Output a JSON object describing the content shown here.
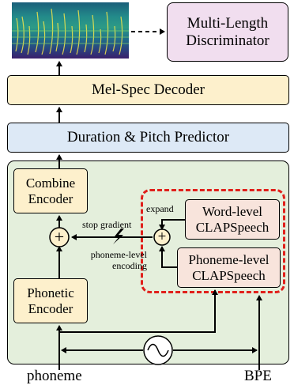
{
  "blocks": {
    "discriminator": "Multi-Length Discriminator",
    "decoder": "Mel-Spec Decoder",
    "predictor": "Duration & Pitch Predictor",
    "combine_encoder": "Combine Encoder",
    "phonetic_encoder": "Phonetic Encoder",
    "word_clap": "Word-level CLAPSpeech",
    "phoneme_clap": "Phoneme-level CLAPSpeech"
  },
  "annotations": {
    "expand": "expand",
    "stop_gradient": "stop gradient",
    "phoneme_level_encoding": "phoneme-level encoding"
  },
  "inputs": {
    "phoneme": "phoneme",
    "bpe": "BPE"
  },
  "symbols": {
    "sum": "+"
  },
  "colors": {
    "encoder_panel": "#e4efdc",
    "block_yellow": "#fdf0cc",
    "block_blue": "#dde9f6",
    "block_purple": "#f1deef",
    "block_pink": "#f8e4dc",
    "dashed_border": "#e0201b"
  }
}
